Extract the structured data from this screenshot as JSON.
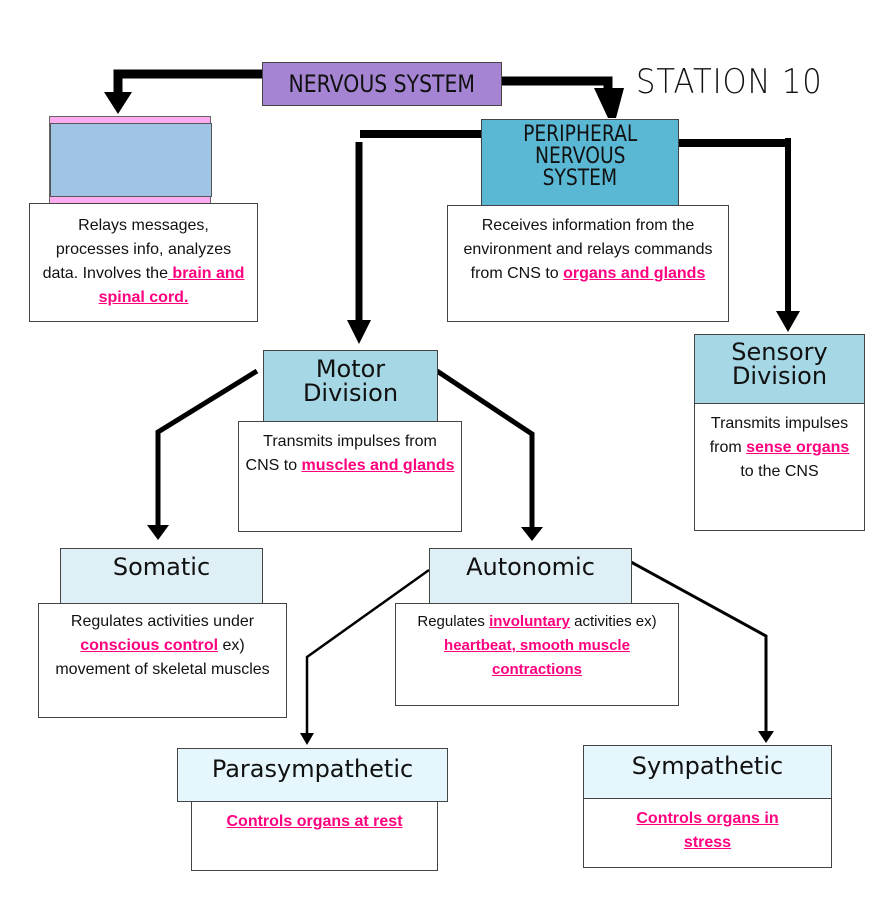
{
  "title": "STATION 10",
  "colors": {
    "nervous_system": "#a584d3",
    "cns_pink": "#ffabf0",
    "cns_blue": "#a0c4e6",
    "pns": "#5bb8d4",
    "division": "#a6d7e5",
    "subdivision": "#def0f6",
    "branch": "#e5f7fc",
    "highlight": "#ff007f"
  },
  "nodes": {
    "nervous_system": {
      "label": "NERVOUS SYSTEM"
    },
    "cns": {
      "label": "",
      "desc_plain": "Relays messages, processes info, analyzes data. Involves the",
      "desc_highlight": " brain and  spinal cord."
    },
    "pns": {
      "label_lines": [
        "PERIPHERAL",
        "NERVOUS",
        "SYSTEM"
      ],
      "desc_plain": "Receives information from the environment and relays commands from CNS to",
      "desc_highlight": "organs and glands"
    },
    "motor": {
      "label_lines": [
        "Motor",
        "Division"
      ],
      "desc_plain": "Transmits impulses from CNS to",
      "desc_highlight": "muscles and  glands"
    },
    "sensory": {
      "label_lines": [
        "Sensory",
        "Division"
      ],
      "desc_plain_before": "Transmits impulses from",
      "desc_highlight": "sense organs ",
      "desc_plain_after": "to the CNS"
    },
    "somatic": {
      "label": "Somatic",
      "desc_plain_before": "Regulates activities under",
      "desc_highlight": "conscious control",
      "desc_plain_after": "ex) movement of skeletal muscles"
    },
    "autonomic": {
      "label": "Autonomic",
      "desc_plain_1": "Regulates",
      "desc_highlight_1": "involuntary",
      "desc_plain_2": "activities ex)",
      "desc_highlight_2": "heartbeat, smooth muscle contractions"
    },
    "parasympathetic": {
      "label": "Parasympathetic",
      "desc_highlight": "Controls organs at rest"
    },
    "sympathetic": {
      "label": "Sympathetic",
      "desc_highlight": "Controls organs in stress"
    }
  }
}
